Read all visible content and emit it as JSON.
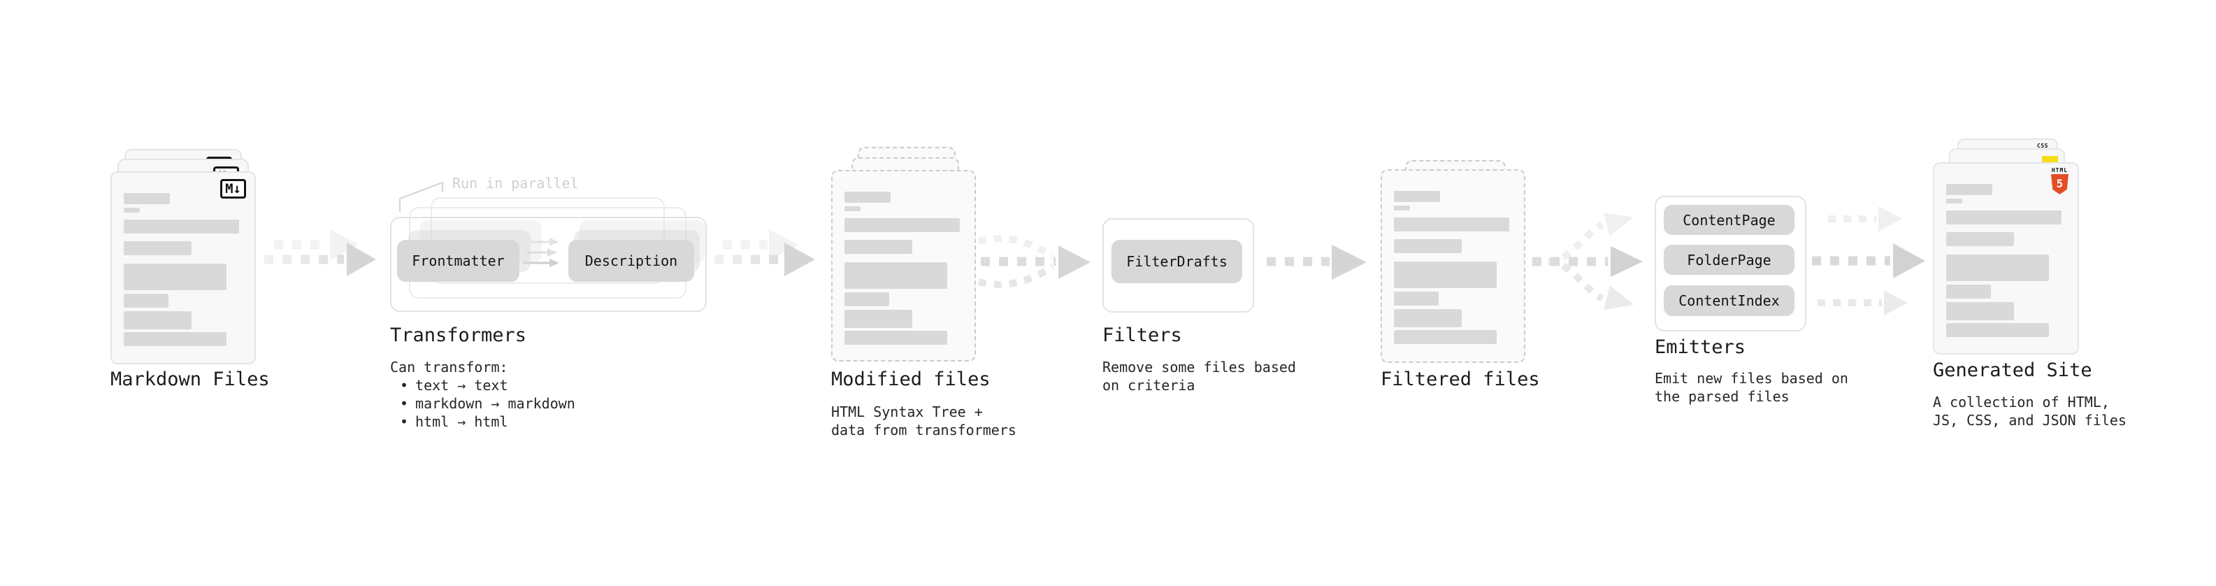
{
  "diagram": {
    "nodes": {
      "markdown_files": {
        "title": "Markdown Files",
        "badge": "M↓"
      },
      "transformers": {
        "title": "Transformers",
        "annotation": "Run in parallel",
        "pills": [
          "Frontmatter",
          "Description"
        ],
        "caption_heading": "Can transform:",
        "bullet_char": "•",
        "bullets": [
          "text → text",
          "markdown → markdown",
          "html → html"
        ]
      },
      "modified_files": {
        "title": "Modified files",
        "caption": [
          "HTML Syntax Tree +",
          "data from transformers"
        ]
      },
      "filters": {
        "title": "Filters",
        "pill": "FilterDrafts",
        "caption": [
          "Remove some files based",
          "on criteria"
        ]
      },
      "filtered_files": {
        "title": "Filtered files"
      },
      "emitters": {
        "title": "Emitters",
        "pills": [
          "ContentPage",
          "FolderPage",
          "ContentIndex"
        ],
        "caption": [
          "Emit new files based on",
          "the parsed files"
        ]
      },
      "generated_site": {
        "title": "Generated Site",
        "caption": [
          "A collection of HTML,",
          "JS, CSS, and JSON files"
        ],
        "badges": {
          "css": "CSS",
          "html_label": "HTML",
          "html_number": "5"
        }
      }
    },
    "colors": {
      "html5_orange": "#e44d26",
      "js_yellow": "#f5de19",
      "css_blue": "#2965f1",
      "bar_gray": "#d9d9d9",
      "pill_gray": "#d8d8d8",
      "arrow_gray": "#d5d5d5",
      "arrow_faint": "#f0f0f0"
    }
  }
}
